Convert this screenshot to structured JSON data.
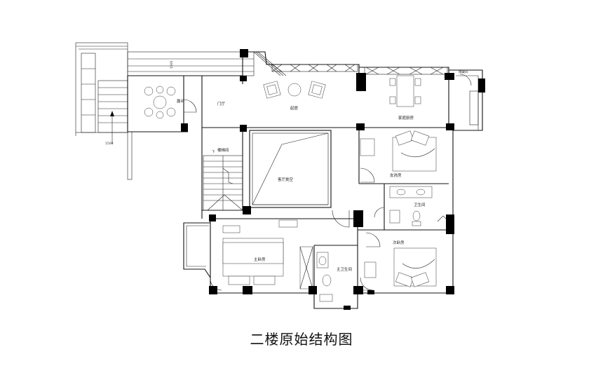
{
  "caption": "二楼原始结构图",
  "rooms": {
    "terrace": "露台",
    "corridor_left": "门厅",
    "lounge": "起居",
    "family_hall": "家庭厨房",
    "storage": "储藏间",
    "stair_hall": "楼梯间",
    "void": "客厅挑空",
    "daughter": "女孩房",
    "public_bath": "卫生间",
    "master": "主卧房",
    "master_bath": "主卫生间",
    "child_room": "次卧房"
  },
  "dims": {
    "balcony_depth": "1500",
    "stair_rise": "1500"
  },
  "arrow_label": "下"
}
